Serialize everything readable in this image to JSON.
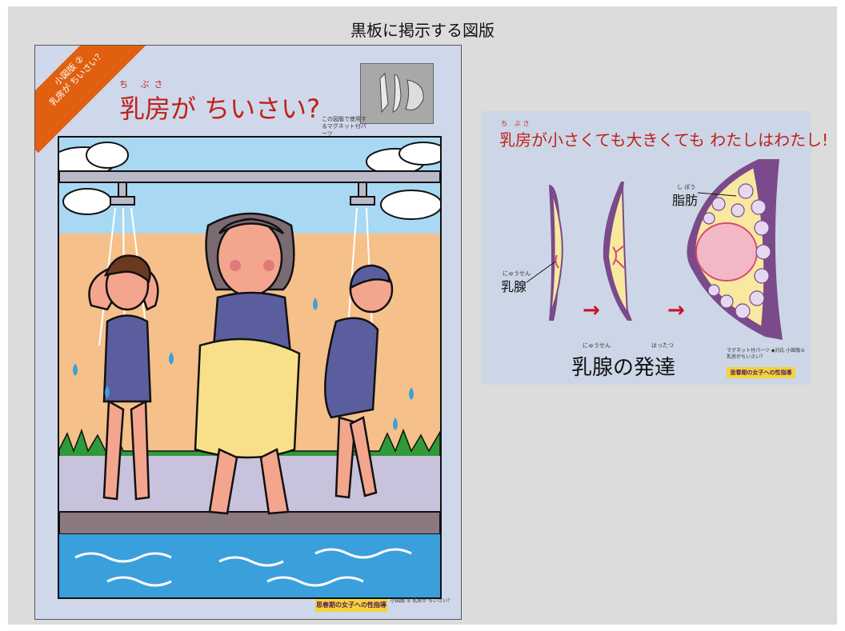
{
  "page_title": "黒板に掲示する図版",
  "poster": {
    "corner_label": "小図版 ②",
    "corner_sub": "乳房が ちいさい？",
    "ruby": "ち ぶさ",
    "title": "乳房が ちいさい?",
    "parts_caption": "この図版で使用するマグネット付パーツ",
    "footer_logo": "思春期の女子への性指導",
    "footer_caption": "小図版 ② 乳房が ちいさい？",
    "colors": {
      "title": "#c0201a",
      "corner": "#e06010",
      "background": "#cfd8ea"
    }
  },
  "panel": {
    "ruby": "ち ぶさ",
    "title": "乳房が小さくても大きくても わたしはわたし!",
    "mammary_label": "乳腺",
    "mammary_ruby": "にゅうせん",
    "fat_label": "脂肪",
    "fat_ruby": "し ぼう",
    "big_ruby_1": "にゅうせん",
    "big_ruby_2": "はったつ",
    "big_label": "乳腺の発達",
    "caption": "マグネット付パーツ ◆対応 小図版② 乳房がちいさい？",
    "logo": "思春期の女子への性指導",
    "arrow_icon": "right-arrow-icon",
    "colors": {
      "title": "#c0201a",
      "arrow": "#c8102e",
      "background": "#ccd6e6"
    }
  }
}
